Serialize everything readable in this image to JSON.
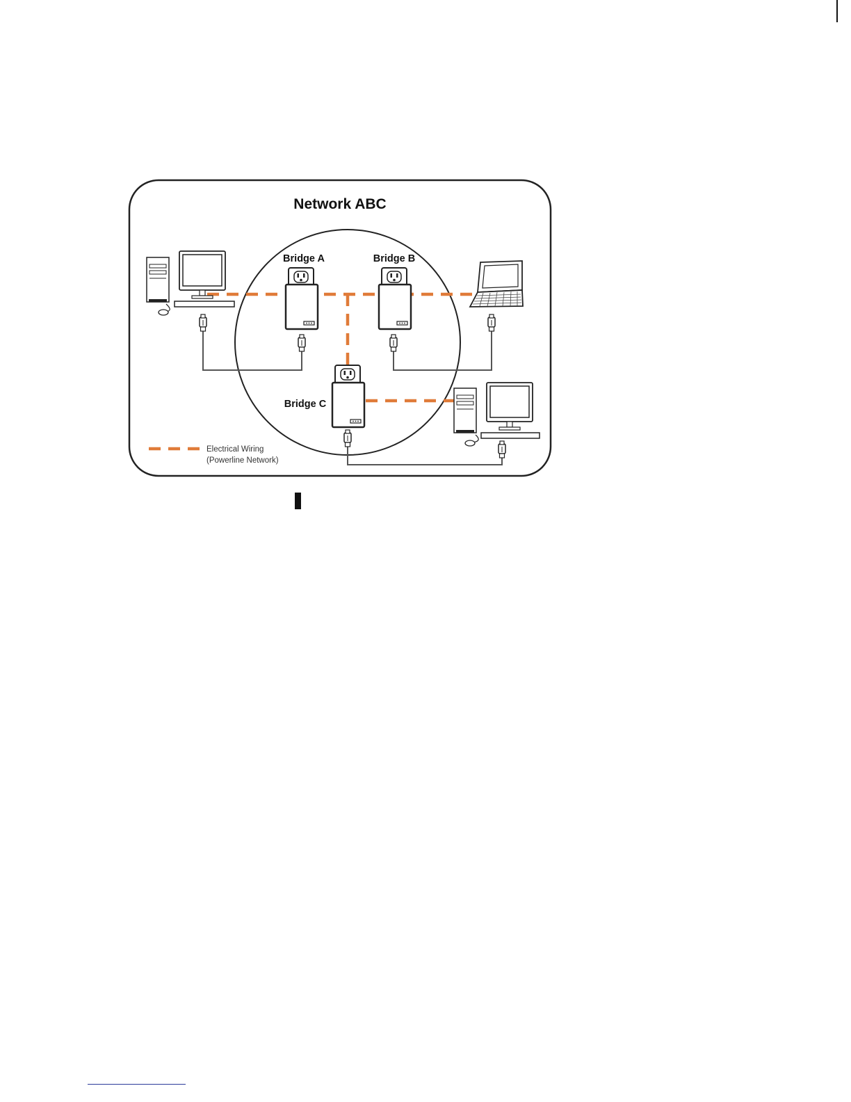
{
  "diagram": {
    "title": "Network ABC",
    "bridges": {
      "a": "Bridge A",
      "b": "Bridge B",
      "c": "Bridge C"
    },
    "legend": {
      "line1": "Electrical Wiring",
      "line2": "(Powerline Network)"
    }
  },
  "colors": {
    "powerline": "#e07b39",
    "outline": "#222222",
    "ethernet": "#555555"
  }
}
